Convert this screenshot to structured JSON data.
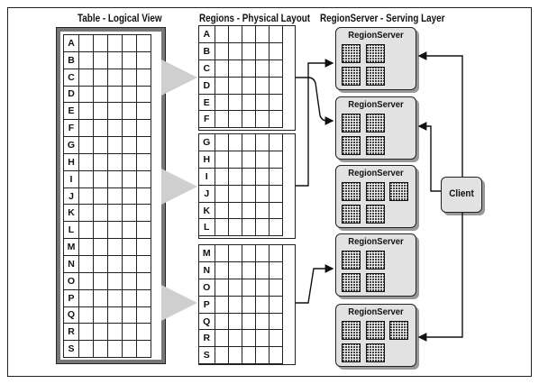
{
  "titles": {
    "logical_view": "Table - Logical View",
    "physical_layout": "Regions - Physical Layout",
    "serving_layer": "RegionServer - Serving Layer"
  },
  "logical_table": {
    "row_keys": [
      "A",
      "B",
      "C",
      "D",
      "E",
      "F",
      "G",
      "H",
      "I",
      "J",
      "K",
      "L",
      "M",
      "N",
      "O",
      "P",
      "Q",
      "R",
      "S"
    ],
    "data_column_count": 5
  },
  "regions": [
    {
      "row_keys": [
        "A",
        "B",
        "C",
        "D",
        "E",
        "F"
      ],
      "data_column_count": 5
    },
    {
      "row_keys": [
        "G",
        "H",
        "I",
        "J",
        "K",
        "L"
      ],
      "data_column_count": 5
    },
    {
      "row_keys": [
        "M",
        "N",
        "O",
        "P",
        "Q",
        "R",
        "S"
      ],
      "data_column_count": 5
    }
  ],
  "region_servers": [
    {
      "label": "RegionServer",
      "block_count": 4
    },
    {
      "label": "RegionServer",
      "block_count": 4
    },
    {
      "label": "RegionServer",
      "block_count": 5
    },
    {
      "label": "RegionServer",
      "block_count": 4
    },
    {
      "label": "RegionServer",
      "block_count": 5
    }
  ],
  "client": {
    "label": "Client"
  },
  "colors": {
    "table_border": "#777777",
    "server_fill": "#e2e2e2",
    "ghost_arrow": "#cfcfcf",
    "line": "#111111"
  }
}
